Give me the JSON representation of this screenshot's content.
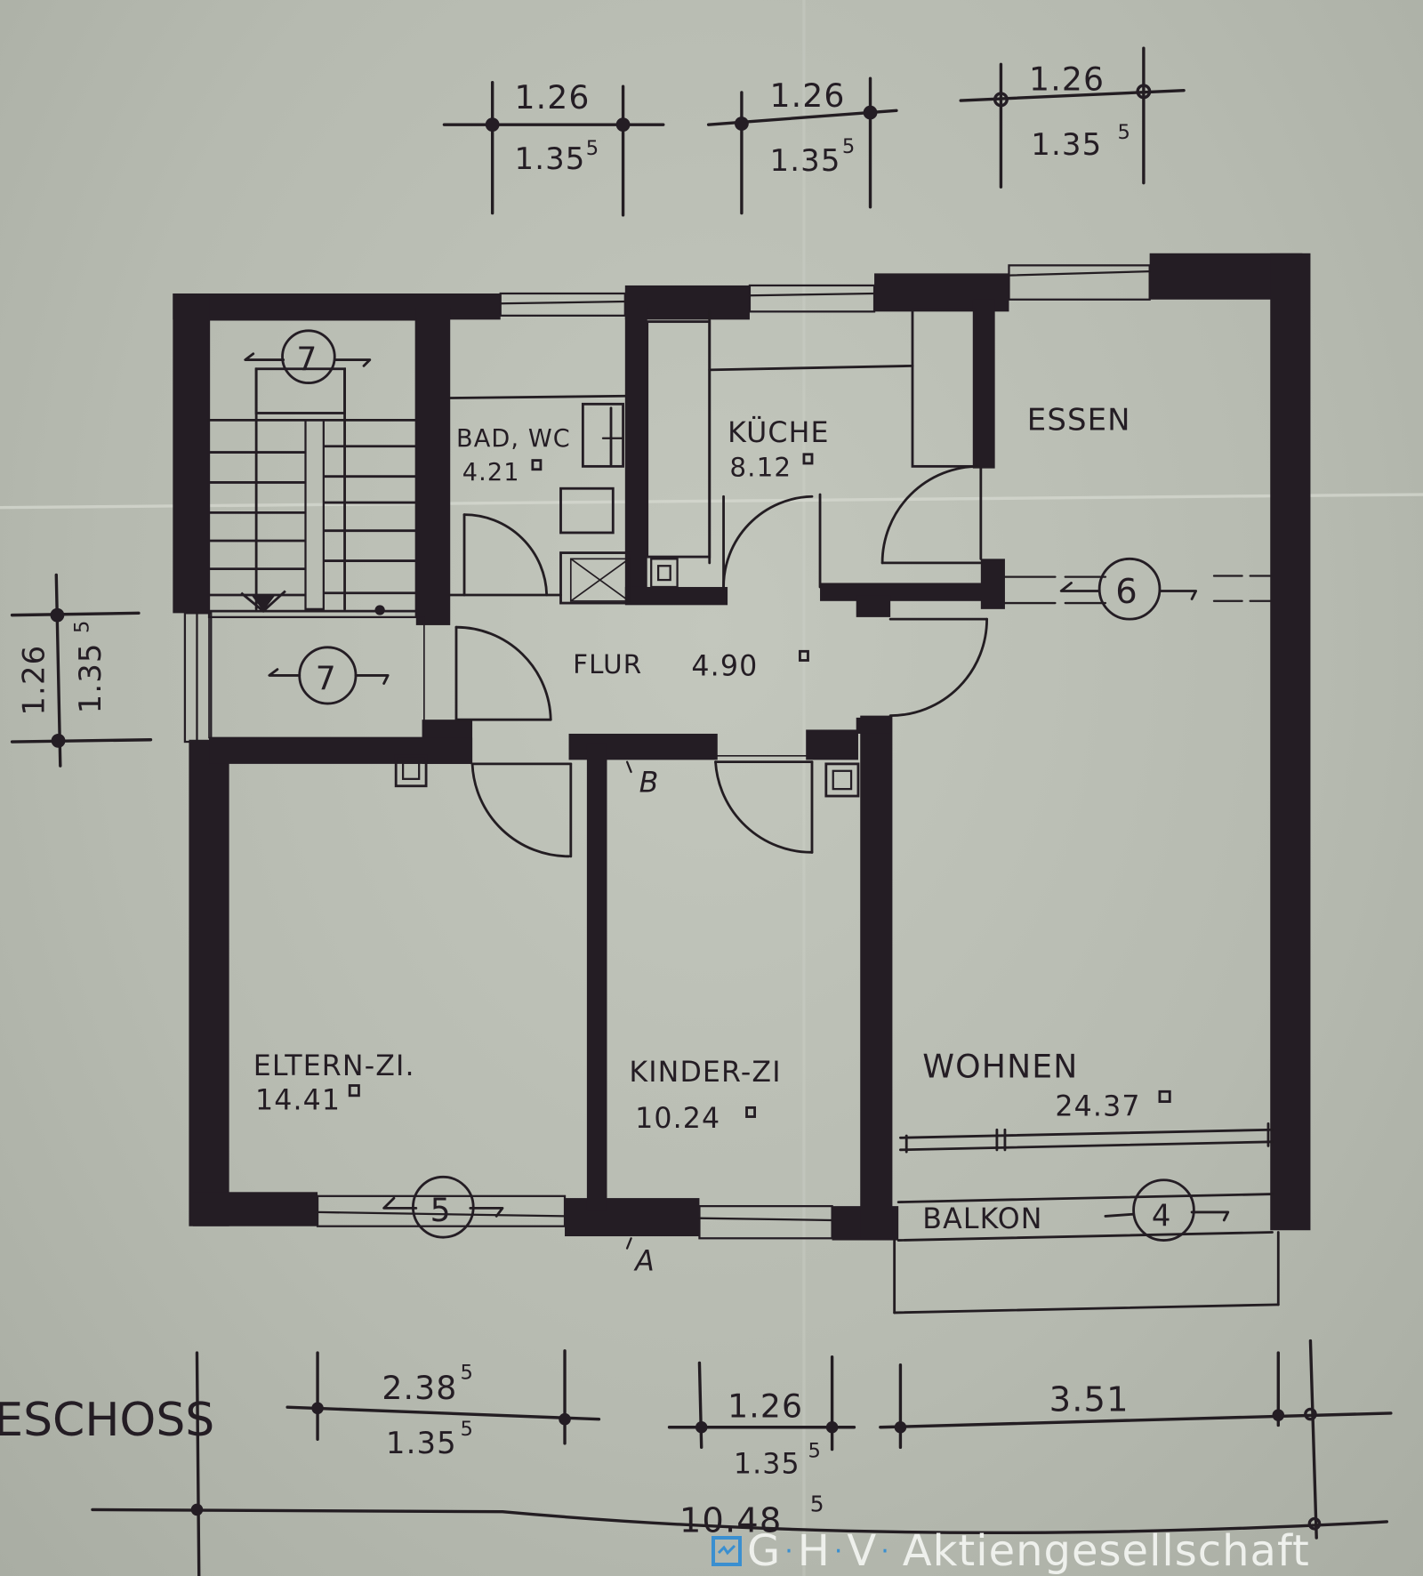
{
  "plan": {
    "type": "floor-plan",
    "floor_label_fragment": "ESCHOSS",
    "background_color": "#b9bdb3",
    "ink_color": "#241d24",
    "rooms": [
      {
        "id": "bad",
        "name": "BAD, WC",
        "area": "4.21",
        "unit_mark": "□"
      },
      {
        "id": "kueche",
        "name": "KÜCHE",
        "area": "8.12",
        "unit_mark": "□"
      },
      {
        "id": "essen",
        "name": "ESSEN",
        "area": "",
        "unit_mark": ""
      },
      {
        "id": "flur",
        "name": "FLUR",
        "area": "4.90",
        "unit_mark": "□"
      },
      {
        "id": "eltern",
        "name": "ELTERN-ZI.",
        "area": "14.41",
        "unit_mark": "□"
      },
      {
        "id": "kinder",
        "name": "KINDER-ZI",
        "area": "10.24",
        "unit_mark": "□"
      },
      {
        "id": "wohnen",
        "name": "WOHNEN",
        "area": "24.37",
        "unit_mark": "□"
      },
      {
        "id": "balkon",
        "name": "BALKON",
        "area": "",
        "unit_mark": ""
      }
    ],
    "window_markers": [
      {
        "label": "7",
        "location": "staircase-top"
      },
      {
        "label": "7",
        "location": "staircase-landing"
      },
      {
        "label": "6",
        "location": "essen-wohnen"
      },
      {
        "label": "5",
        "location": "eltern-window"
      },
      {
        "label": "4",
        "location": "balkon"
      }
    ],
    "section_markers": [
      {
        "label": "B"
      },
      {
        "label": "A"
      }
    ],
    "dimensions_top": [
      {
        "upper": "1.26",
        "lower": "1.35",
        "lower_sup": "5"
      },
      {
        "upper": "1.26",
        "lower": "1.35",
        "lower_sup": "5"
      },
      {
        "upper": "1.26",
        "lower": "1.35",
        "lower_sup": "5"
      }
    ],
    "dimension_left": {
      "upper": "1.26",
      "lower": "1.35",
      "lower_sup": "5"
    },
    "dimensions_bottom": [
      {
        "upper": "2.38",
        "upper_sup": "5",
        "lower": "1.35",
        "lower_sup": "5"
      },
      {
        "upper": "1.26",
        "upper_sup": "",
        "lower": "1.35",
        "lower_sup": "5"
      },
      {
        "upper": "3.51",
        "upper_sup": "",
        "lower": "",
        "lower_sup": ""
      }
    ],
    "total_width": {
      "value": "10.48",
      "sup": "5"
    }
  },
  "watermark": {
    "letters": [
      "G",
      "H",
      "V"
    ],
    "separator": "·",
    "company": "Aktiengesellschaft",
    "logo_color": "#3a8fd0",
    "text_color": "#eef0ec"
  }
}
